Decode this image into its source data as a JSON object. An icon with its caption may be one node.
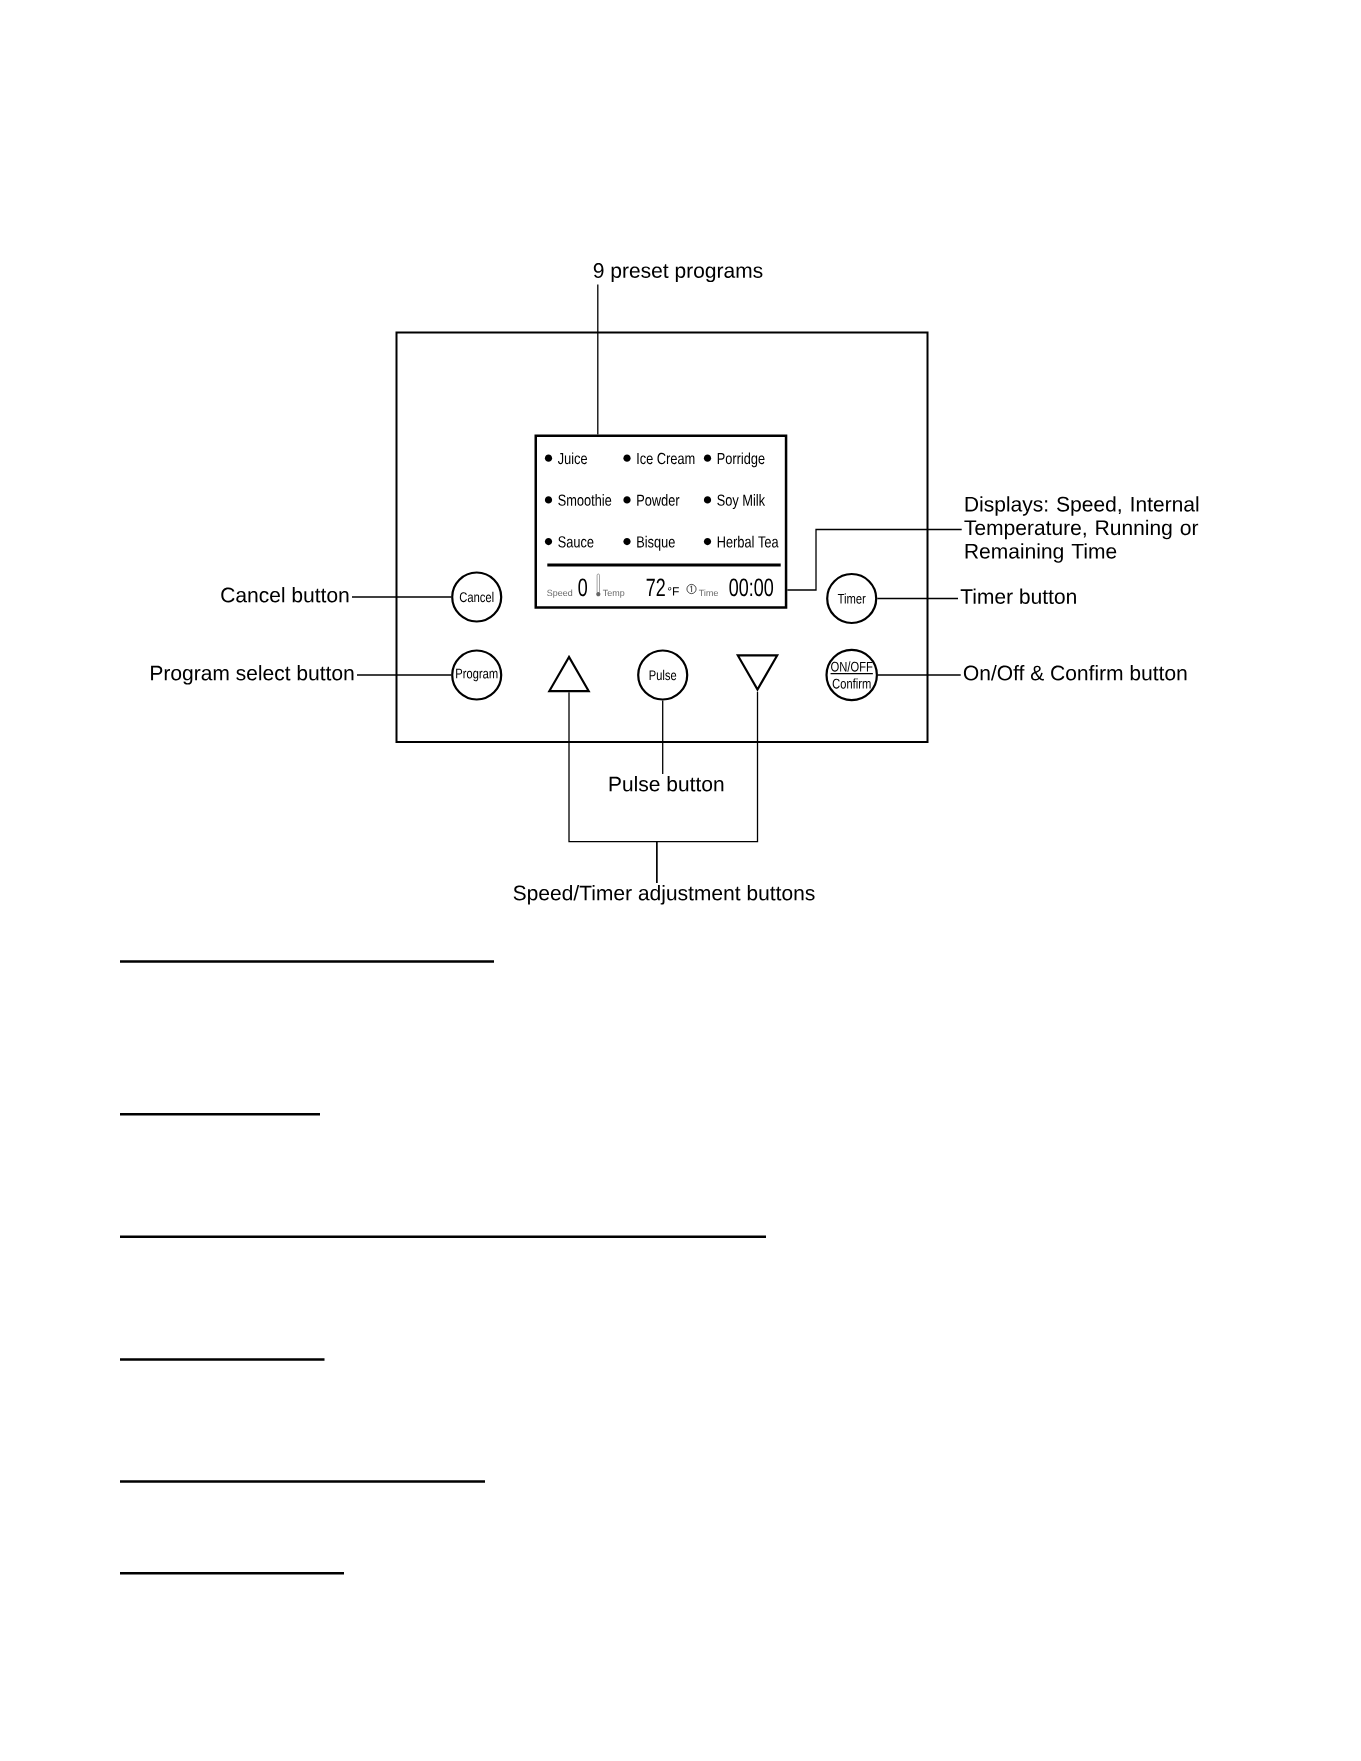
{
  "diagram": {
    "nodes": [
      {
        "text": [
          "9 preset programs"
        ]
      },
      {
        "text": [],
        "shape": "box"
      },
      {
        "text": [
          "Juice",
          "Ice Cream",
          "Porridge",
          "Smoothie",
          "Powder",
          "Soy Milk",
          "Sauce",
          "Bisque",
          "Herbal Tea",
          "Speed",
          "0",
          "Temp",
          "72",
          "°F",
          "Time",
          "00:00"
        ],
        "in": 1
      },
      {
        "text": [
          "Displays: Speed, Internal Temperature, Running or Remaining Time"
        ]
      },
      {
        "text": [
          "Cancel button"
        ]
      },
      {
        "text": [
          "Cancel"
        ],
        "in": 1
      },
      {
        "text": [
          "Timer"
        ],
        "in": 1
      },
      {
        "text": [
          "Timer button"
        ]
      },
      {
        "text": [
          "Program select button"
        ]
      },
      {
        "text": [
          "Program"
        ],
        "in": 1
      },
      {
        "text": [],
        "shape": "triangle",
        "in": 1
      },
      {
        "text": [
          "Pulse"
        ],
        "in": 1
      },
      {
        "text": [],
        "shape": "triangle",
        "in": 1
      },
      {
        "text": [
          "ON/OFF",
          "Confirm"
        ],
        "in": 1
      },
      {
        "text": [
          "On/Off & Confirm button"
        ]
      },
      {
        "text": [
          "Pulse button"
        ]
      },
      {
        "text": [
          "Speed/Timer adjustment buttons"
        ]
      }
    ],
    "edges": [
      {
        "from": 0,
        "to": 2,
        "arrow": "none"
      },
      {
        "from": 3,
        "to": 2,
        "arrow": "none"
      },
      {
        "from": 4,
        "to": 5,
        "arrow": "none"
      },
      {
        "from": 7,
        "to": 6,
        "arrow": "none"
      },
      {
        "from": 8,
        "to": 9,
        "arrow": "none"
      },
      {
        "from": 14,
        "to": 13,
        "arrow": "none"
      },
      {
        "from": 15,
        "to": 11,
        "arrow": "none"
      },
      {
        "from": 16,
        "to": 10,
        "arrow": "none"
      },
      {
        "from": 16,
        "to": 12,
        "arrow": "none"
      }
    ]
  }
}
